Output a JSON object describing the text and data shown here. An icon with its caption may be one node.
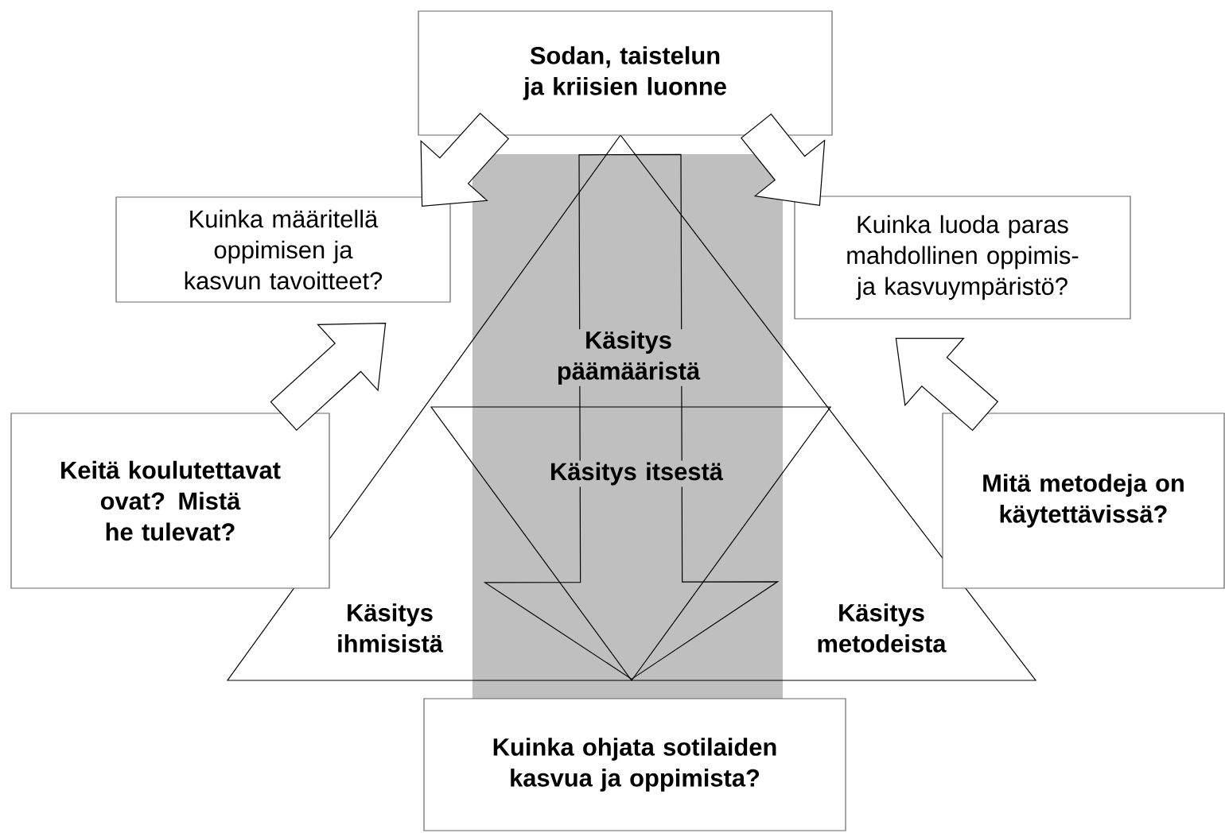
{
  "diagram": {
    "nodes": [
      {
        "text": [
          "Sodan, taistelun ja kriisien luonne"
        ]
      },
      {
        "text": [
          "Kuinka määritellä oppimisen ja kasvun tavoitteet?"
        ]
      },
      {
        "text": [
          "Kuinka luoda paras mahdollinen oppimis- ja kasvuympäristö?"
        ]
      },
      {
        "text": [
          "Keitä koulutettavat ovat? Mistä he tulevat?"
        ]
      },
      {
        "text": [
          "Mitä metodeja on käytettävissä?"
        ]
      },
      {
        "text": [
          "Kuinka ohjata sotilaiden kasvua ja oppimista?"
        ]
      }
    ],
    "edges": [
      {
        "from": 0,
        "to": 1,
        "arrow": "to"
      },
      {
        "from": 0,
        "to": 2,
        "arrow": "to"
      },
      {
        "from": 3,
        "to": 1,
        "arrow": "to"
      },
      {
        "from": 4,
        "to": 2,
        "arrow": "to"
      },
      {
        "from": 0,
        "to": 5,
        "arrow": "to"
      }
    ],
    "labels": [
      "Käsitys päämääristä",
      "Käsitys itsestä",
      "Käsitys ihmisistä",
      "Käsitys metodeista"
    ]
  }
}
